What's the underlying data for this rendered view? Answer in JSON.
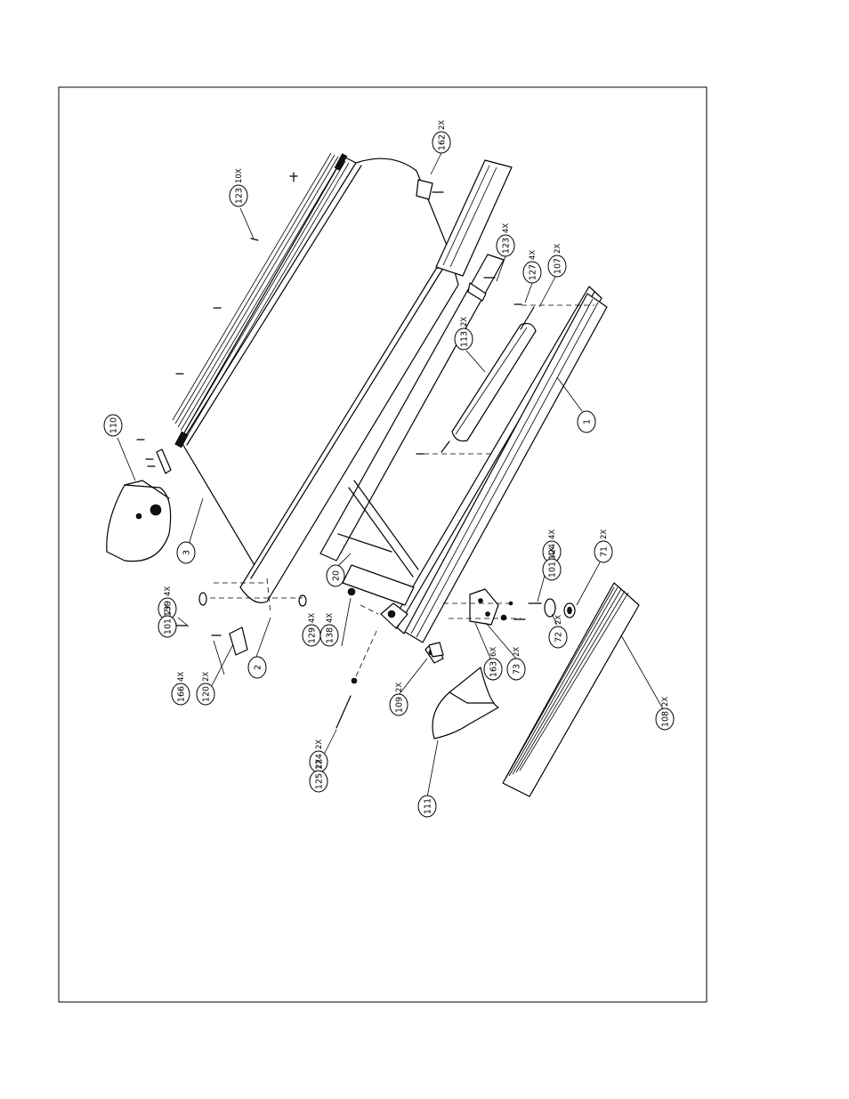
{
  "diagram": {
    "type": "exploded-parts-view",
    "colors": {
      "line": "#000000",
      "background": "#ffffff"
    }
  },
  "callouts": [
    {
      "id": "c162",
      "part": "162",
      "qty": "2X"
    },
    {
      "id": "c123a",
      "part": "123",
      "qty": "10X"
    },
    {
      "id": "c123b",
      "part": "123",
      "qty": "4X"
    },
    {
      "id": "c127",
      "part": "127",
      "qty": "4X"
    },
    {
      "id": "c107",
      "part": "107",
      "qty": "2X"
    },
    {
      "id": "c113",
      "part": "113",
      "qty": "2X"
    },
    {
      "id": "c1",
      "part": "1",
      "qty": ""
    },
    {
      "id": "c110",
      "part": "110",
      "qty": ""
    },
    {
      "id": "c3",
      "part": "3",
      "qty": ""
    },
    {
      "id": "c20",
      "part": "20",
      "qty": ""
    },
    {
      "id": "c124a",
      "part": "124",
      "qty": "4X"
    },
    {
      "id": "c101a",
      "part": "101",
      "qty": "4X"
    },
    {
      "id": "c71",
      "part": "71",
      "qty": "2X"
    },
    {
      "id": "c139",
      "part": "139",
      "qty": "4X"
    },
    {
      "id": "c101b",
      "part": "101",
      "qty": "2X"
    },
    {
      "id": "c138",
      "part": "138",
      "qty": "4X"
    },
    {
      "id": "c129",
      "part": "129",
      "qty": "4X"
    },
    {
      "id": "c2",
      "part": "2",
      "qty": ""
    },
    {
      "id": "c72",
      "part": "72",
      "qty": "2X"
    },
    {
      "id": "c73",
      "part": "73",
      "qty": "2X"
    },
    {
      "id": "c163",
      "part": "163",
      "qty": "6X"
    },
    {
      "id": "c166",
      "part": "166",
      "qty": "4X"
    },
    {
      "id": "c120",
      "part": "120",
      "qty": "2X"
    },
    {
      "id": "c109",
      "part": "109",
      "qty": "2X"
    },
    {
      "id": "c124b",
      "part": "124",
      "qty": "2X"
    },
    {
      "id": "c125",
      "part": "125",
      "qty": "2X"
    },
    {
      "id": "c108",
      "part": "108",
      "qty": "2X"
    },
    {
      "id": "c111",
      "part": "111",
      "qty": ""
    }
  ]
}
